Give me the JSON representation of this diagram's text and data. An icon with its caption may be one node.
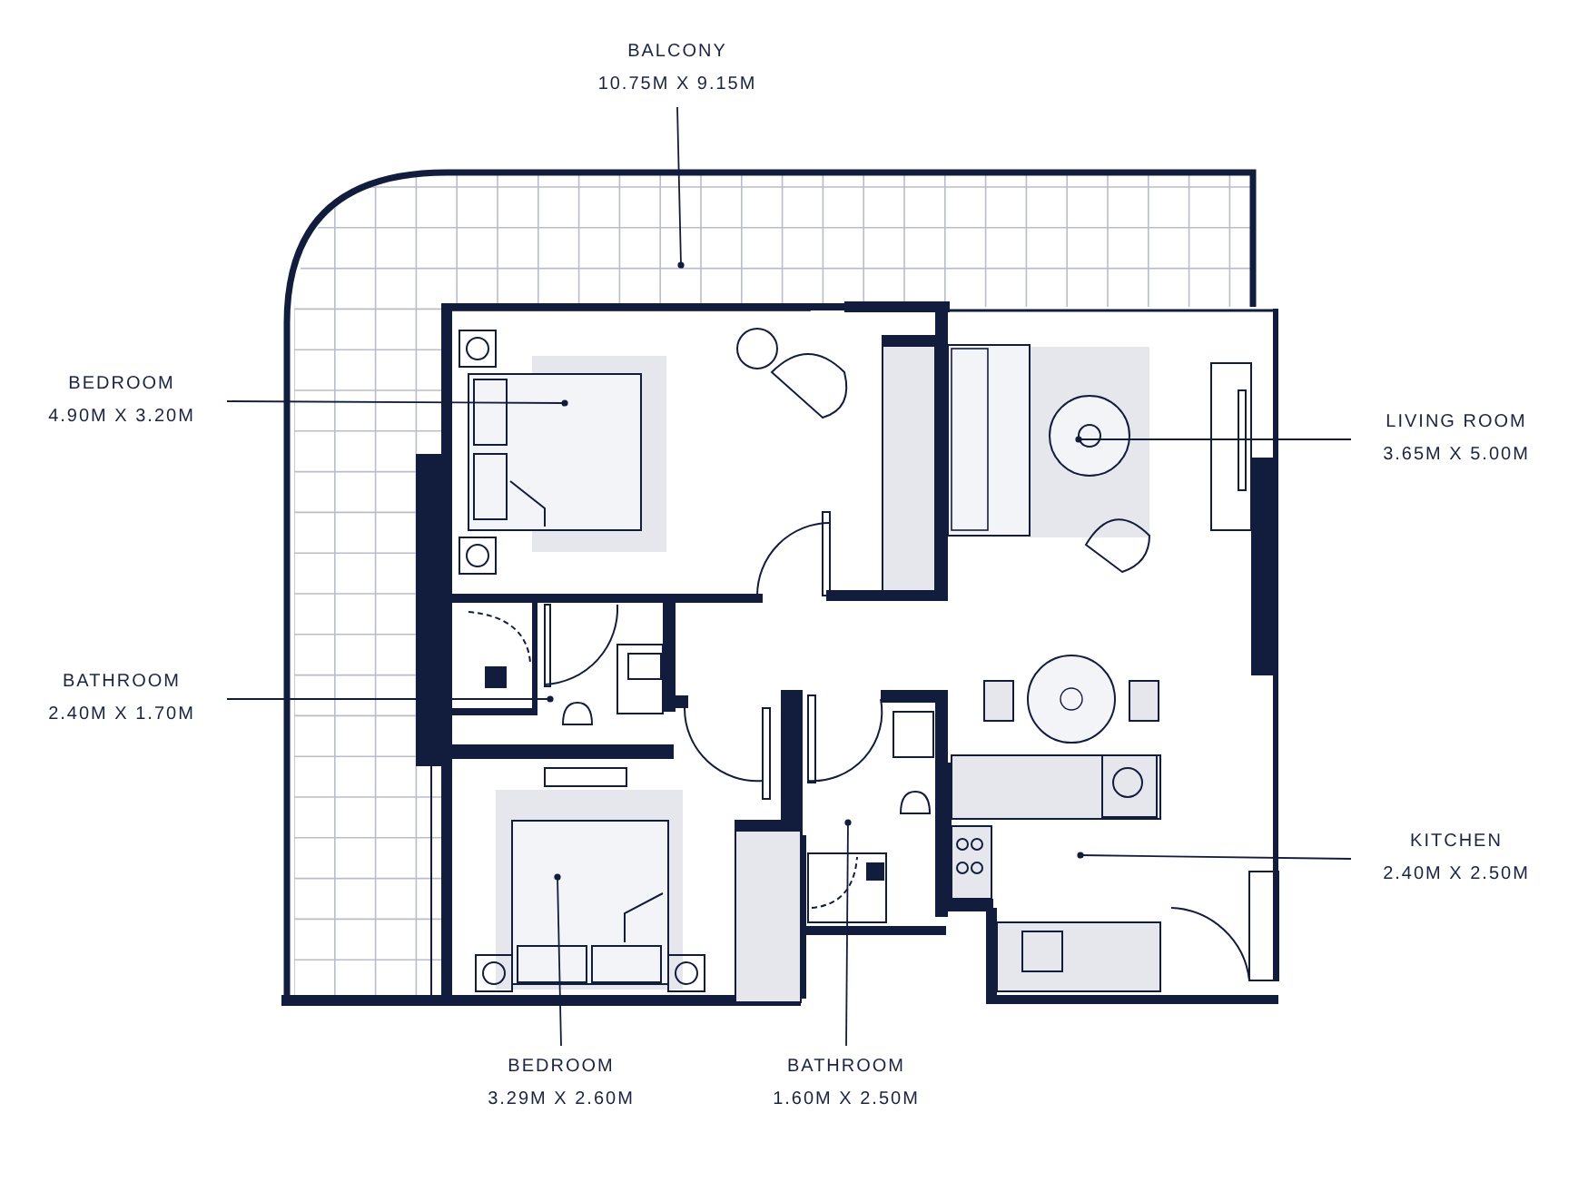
{
  "diagram": {
    "nodes": [
      {
        "text": [
          "BALCONY",
          "10.75M X 9.15M"
        ]
      },
      {
        "text": [
          "BEDROOM",
          "4.90M X 3.20M"
        ]
      },
      {
        "text": [
          "LIVING ROOM",
          "3.65M X 5.00M"
        ]
      },
      {
        "text": [
          "BATHROOM",
          "2.40M X 1.70M"
        ]
      },
      {
        "text": [
          "KITCHEN",
          "2.40M X 2.50M"
        ]
      },
      {
        "text": [
          "BEDROOM",
          "3.29M X 2.60M"
        ]
      },
      {
        "text": [
          "BATHROOM",
          "1.60M X 2.50M"
        ]
      }
    ],
    "edges": [
      {
        "from": 0,
        "to": null,
        "arrow": "other"
      },
      {
        "from": 1,
        "to": null,
        "arrow": "other"
      },
      {
        "from": 2,
        "to": null,
        "arrow": "other"
      },
      {
        "from": 3,
        "to": null,
        "arrow": "other"
      },
      {
        "from": 4,
        "to": null,
        "arrow": "other"
      },
      {
        "from": 5,
        "to": null,
        "arrow": "other"
      },
      {
        "from": 6,
        "to": null,
        "arrow": "other"
      }
    ]
  }
}
